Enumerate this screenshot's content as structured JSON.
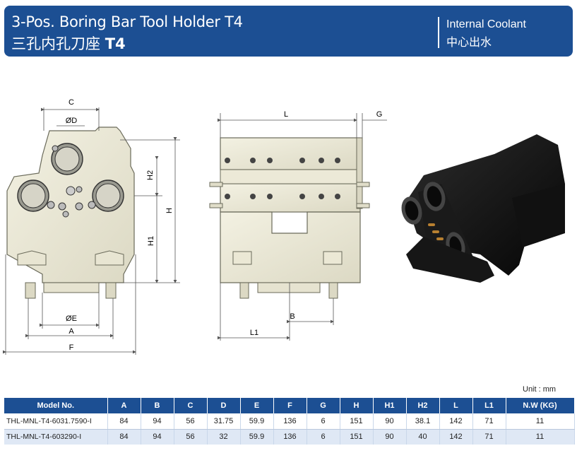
{
  "header": {
    "title_en": "3-Pos. Boring Bar Tool Holder T4",
    "title_zh": "三孔内孔刀座",
    "title_zh_suffix": "T4",
    "coolant_en": "Internal Coolant",
    "coolant_zh": "中心出水"
  },
  "drawing_labels": {
    "c": "C",
    "od_top": "ØD",
    "h2": "H2",
    "h": "H",
    "h1": "H1",
    "oe": "ØE",
    "a": "A",
    "f": "F",
    "l": "L",
    "g": "G",
    "b": "B",
    "l1": "L1"
  },
  "unit": "Unit : mm",
  "table": {
    "headers": [
      "Model No.",
      "A",
      "B",
      "C",
      "D",
      "E",
      "F",
      "G",
      "H",
      "H1",
      "H2",
      "L",
      "L1",
      "N.W (KG)"
    ],
    "rows": [
      [
        "THL-MNL-T4-6031.7590-I",
        "84",
        "94",
        "56",
        "31.75",
        "59.9",
        "136",
        "6",
        "151",
        "90",
        "38.1",
        "142",
        "71",
        "11"
      ],
      [
        "THL-MNL-T4-603290-I",
        "84",
        "94",
        "56",
        "32",
        "59.9",
        "136",
        "6",
        "151",
        "90",
        "40",
        "142",
        "71",
        "11"
      ]
    ]
  }
}
